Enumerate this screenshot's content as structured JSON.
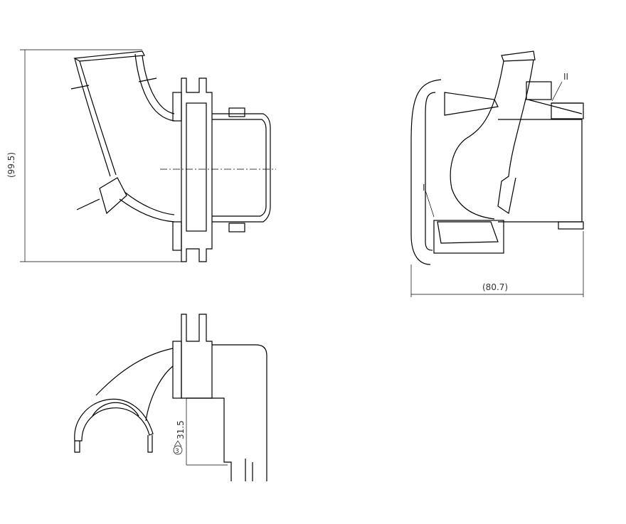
{
  "drawing": {
    "dimensions": {
      "height_left": "(99.5)",
      "width_right": "(80.7)",
      "height_bottom": "31.5"
    },
    "callouts": {
      "balloon": "3",
      "label_i": "I",
      "label_ii": "II"
    }
  }
}
